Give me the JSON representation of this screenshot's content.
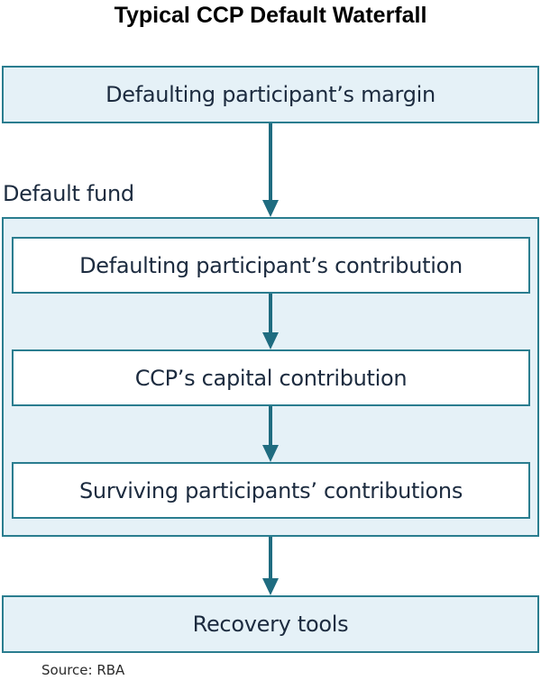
{
  "title": "Typical CCP Default Waterfall",
  "boxes": {
    "margin": "Defaulting participant’s margin",
    "default_fund_label": "Default fund",
    "participant_contribution": "Defaulting participant’s contribution",
    "ccp_capital": "CCP’s capital contribution",
    "surviving_contributions": "Surviving participants’ contributions",
    "recovery": "Recovery tools"
  },
  "source": "Source: RBA",
  "colors": {
    "border": "#2a7d8f",
    "light_fill": "#e5f1f7",
    "arrow": "#1f6c80",
    "text": "#1c2b3f"
  }
}
